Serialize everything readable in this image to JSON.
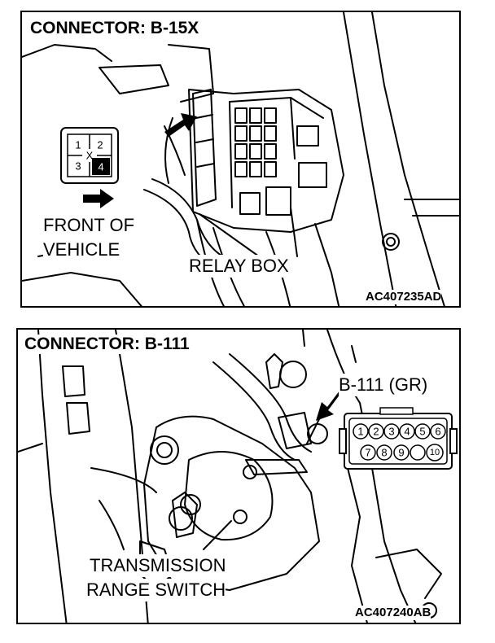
{
  "top_panel": {
    "title": "CONNECTOR: B-15X",
    "connector_pins": [
      "1",
      "2",
      "3",
      "4"
    ],
    "connector_mark": "X",
    "front_label_line1": "FRONT OF",
    "front_label_line2": "VEHICLE",
    "relay_label": "RELAY BOX",
    "code": "AC407235AD"
  },
  "bottom_panel": {
    "title": "CONNECTOR: B-111",
    "connector_label": "B-111 (GR)",
    "connector_pins": [
      "1",
      "2",
      "3",
      "4",
      "5",
      "6",
      "7",
      "8",
      "9",
      "10"
    ],
    "switch_label_line1": "TRANSMISSION",
    "switch_label_line2": "RANGE SWITCH",
    "code": "AC407240AB"
  }
}
